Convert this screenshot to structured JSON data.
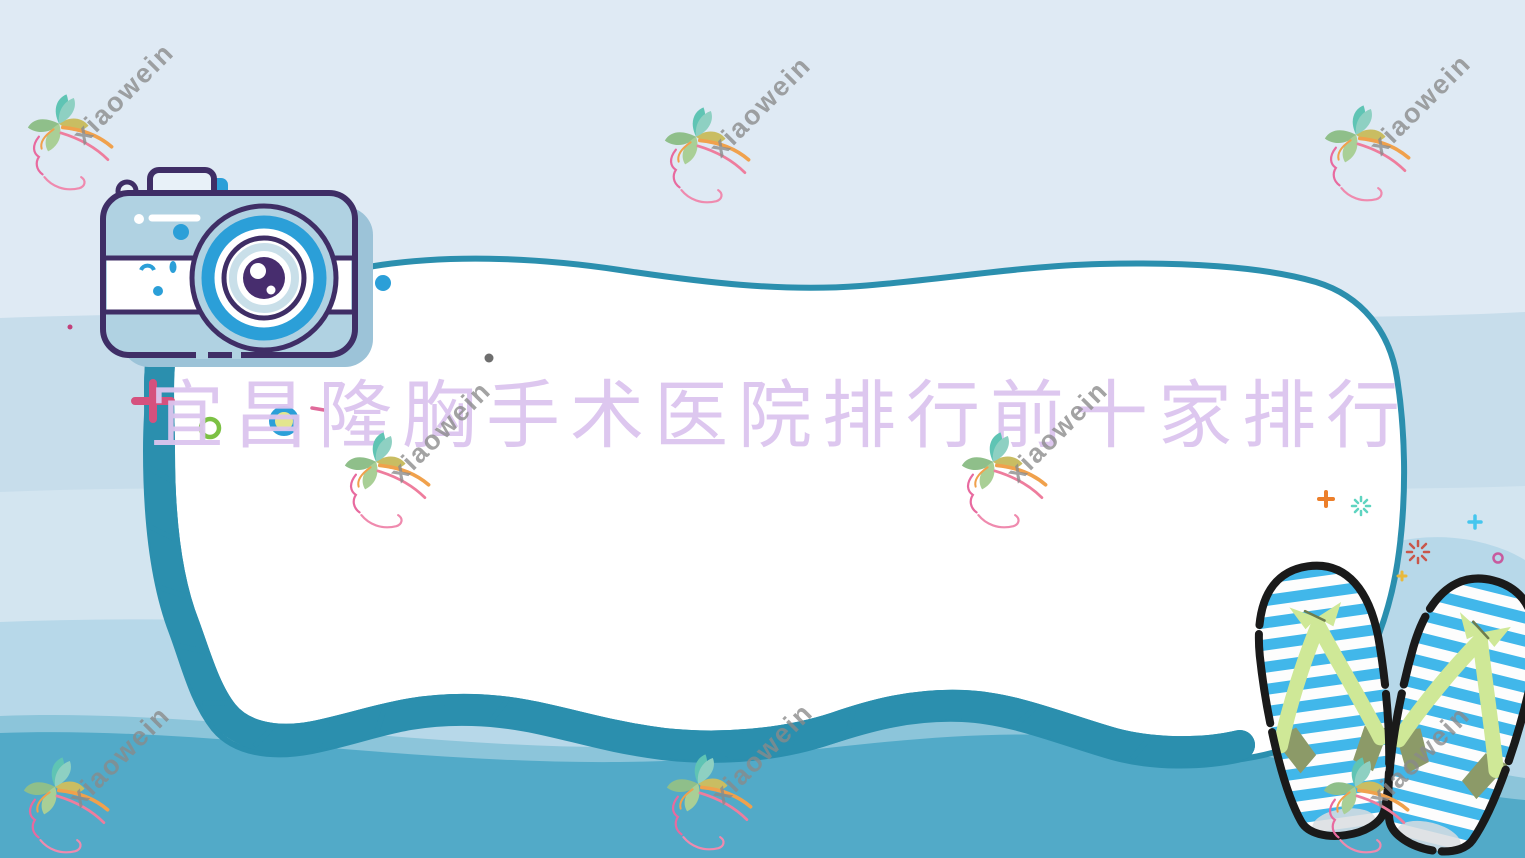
{
  "title": {
    "text": "宜昌隆胸手术医院排行前十家排行"
  },
  "watermark": {
    "text": "xiaowein",
    "occurrences": 8
  },
  "icons": {
    "camera": "camera-illustration",
    "flip_flops": "flip-flops-illustration",
    "watermark_logo": "flower-face-logo"
  },
  "colors": {
    "background_top": "#dfeaf4",
    "background_band2": "#c7ddeb",
    "background_band3": "#d3e5f0",
    "background_band4": "#b7d8e9",
    "background_wave_light": "#8cc5da",
    "background_bottom": "#52aac8",
    "frame_border": "#2b8fae",
    "frame_fill": "#ffffff",
    "title_text": "#dcc5ef",
    "watermark_text": "#8a8a8a",
    "camera_outline": "#3f2e66",
    "camera_body": "#b0d2e2",
    "camera_shadow": "#9cc3d8",
    "camera_accent": "#2b9fd8",
    "lens_pupil": "#472d6e",
    "flipflop_stripe": "#41b7ea",
    "flipflop_strap": "#cfe897",
    "flipflop_outline": "#1a1a1a",
    "strap_shadow": "#8c9a68"
  },
  "decorations": [
    {
      "name": "pink-cross",
      "color": "#d5517e"
    },
    {
      "name": "green-ring",
      "color": "#7cc144"
    },
    {
      "name": "yellow-dot-blue-ring",
      "color": "#e3e68e"
    },
    {
      "name": "blue-dot",
      "color": "#2b9fd8"
    },
    {
      "name": "gray-dot",
      "color": "#6e6e6e"
    },
    {
      "name": "magenta-dot",
      "color": "#c2407a"
    },
    {
      "name": "orange-plus",
      "color": "#ec7f2b"
    },
    {
      "name": "teal-sparkle",
      "color": "#5ed4c0"
    },
    {
      "name": "red-sparkle",
      "color": "#c9564a"
    },
    {
      "name": "cyan-plus",
      "color": "#45c6ee"
    },
    {
      "name": "yellow-plus",
      "color": "#e8b93c"
    },
    {
      "name": "pink-ring",
      "color": "#c75a9e"
    }
  ]
}
